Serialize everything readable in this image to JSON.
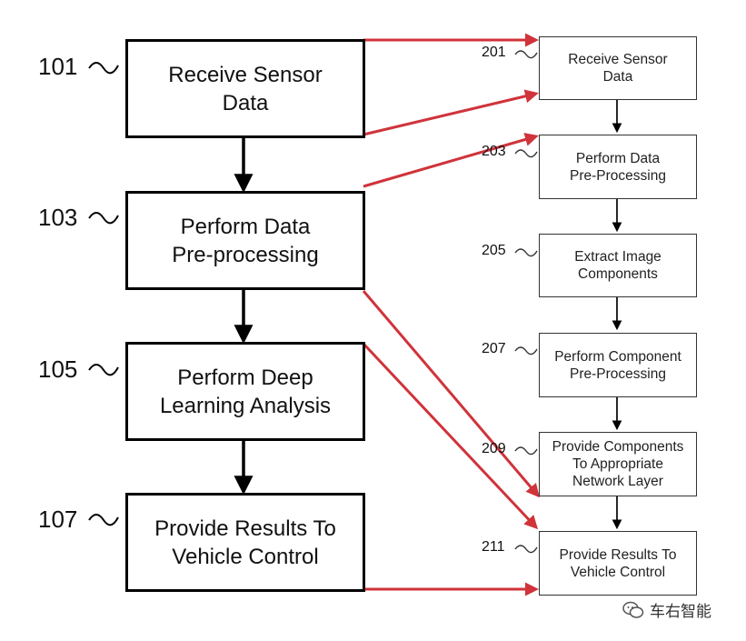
{
  "left_chart": {
    "steps": [
      {
        "ref": "101",
        "label": "Receive Sensor\nData"
      },
      {
        "ref": "103",
        "label": "Perform Data\nPre-processing"
      },
      {
        "ref": "105",
        "label": "Perform Deep\nLearning Analysis"
      },
      {
        "ref": "107",
        "label": "Provide Results To\nVehicle Control"
      }
    ]
  },
  "right_chart": {
    "steps": [
      {
        "ref": "201",
        "label": "Receive Sensor\nData"
      },
      {
        "ref": "203",
        "label": "Perform Data\nPre-Processing"
      },
      {
        "ref": "205",
        "label": "Extract Image\nComponents"
      },
      {
        "ref": "207",
        "label": "Perform Component\nPre-Processing"
      },
      {
        "ref": "209",
        "label": "Provide Components\nTo Appropriate\nNetwork Layer"
      },
      {
        "ref": "211",
        "label": "Provide Results To\nVehicle Control"
      }
    ]
  },
  "colors": {
    "mapping_arrow": "#d0333a",
    "flow_arrow": "#000000"
  },
  "watermark": {
    "icon": "wechat-icon",
    "text": "车右智能"
  }
}
